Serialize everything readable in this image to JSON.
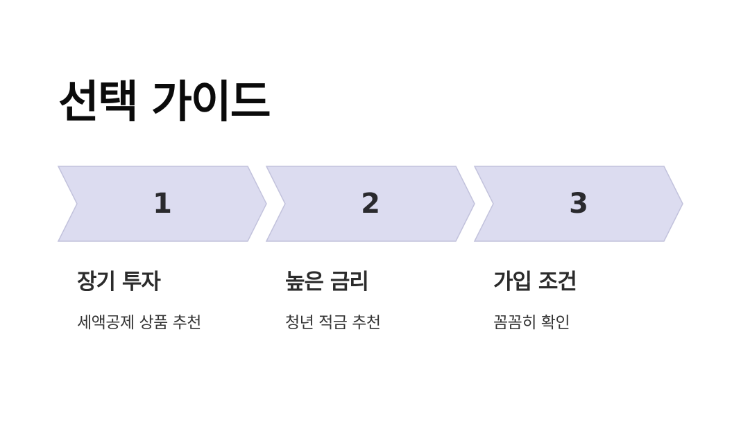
{
  "title": "선택 가이드",
  "steps": [
    {
      "number": "1",
      "title": "장기 투자",
      "description": "세액공제 상품 추천"
    },
    {
      "number": "2",
      "title": "높은 금리",
      "description": "청년 적금 추천"
    },
    {
      "number": "3",
      "title": "가입 조건",
      "description": "꼼꼼히 확인"
    }
  ],
  "colors": {
    "chevron_fill": "#dcdcf0",
    "chevron_stroke": "#c2c2dc",
    "title_text": "#0b0b0b",
    "step_text": "#2b2b2b"
  }
}
